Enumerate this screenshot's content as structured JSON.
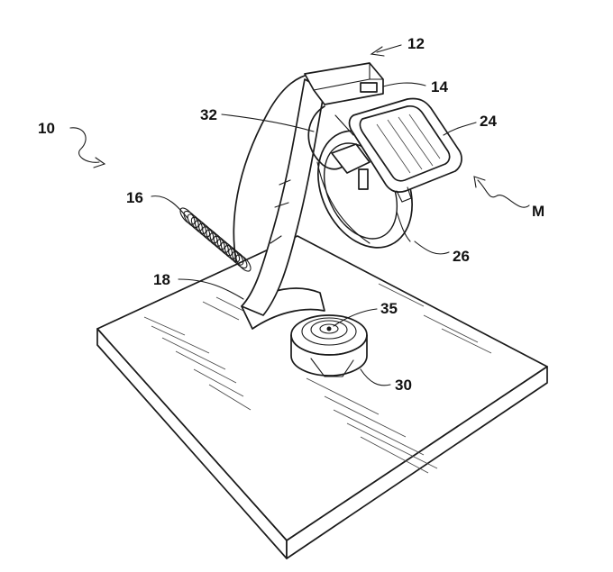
{
  "labels": {
    "l10": "10",
    "l12": "12",
    "l14": "14",
    "l16": "16",
    "l18": "18",
    "l24": "24",
    "l26": "26",
    "l30": "30",
    "l32": "32",
    "l35": "35",
    "lM": "M"
  },
  "colors": {
    "ink": "#1a1a1a",
    "background": "#ffffff"
  }
}
